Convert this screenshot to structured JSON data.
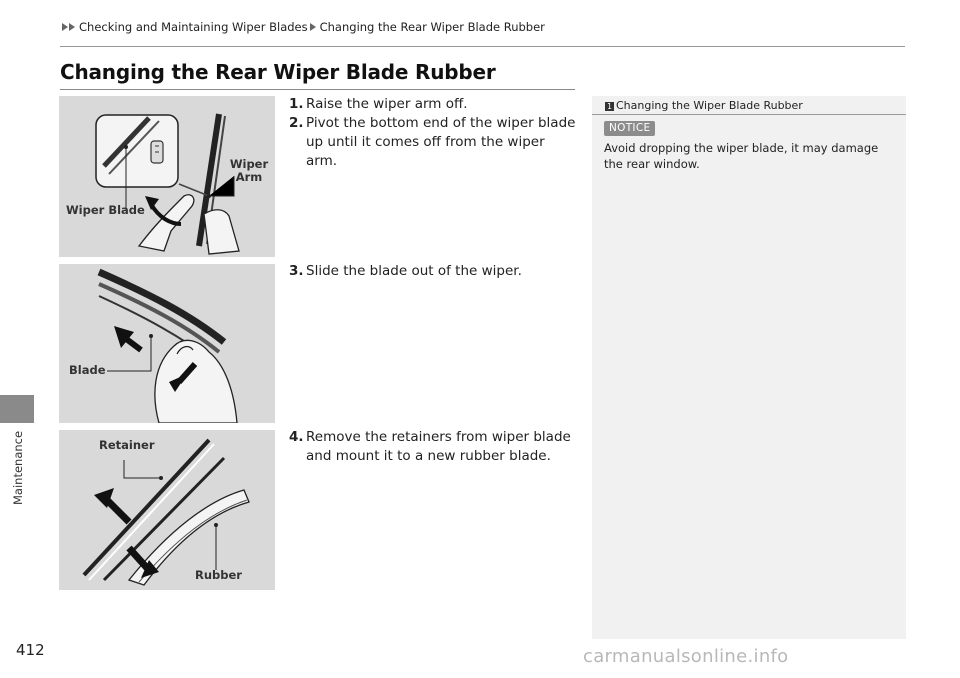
{
  "breadcrumb": {
    "items": [
      "Checking and Maintaining Wiper Blades",
      "Changing the Rear Wiper Blade Rubber"
    ]
  },
  "section_tab": "Maintenance",
  "page_number": "412",
  "title": "Changing the Rear Wiper Blade Rubber",
  "figures": {
    "fig1": {
      "label_blade": "Wiper Blade",
      "label_arm_1": "Wiper",
      "label_arm_2": "Arm"
    },
    "fig2": {
      "label_blade": "Blade"
    },
    "fig3": {
      "label_retainer": "Retainer",
      "label_rubber": "Rubber"
    }
  },
  "steps": [
    {
      "num": "1.",
      "text": "Raise the wiper arm off."
    },
    {
      "num": "2.",
      "text": "Pivot the bottom end of the wiper blade up until it comes off from the wiper arm."
    },
    {
      "num": "3.",
      "text": "Slide the blade out of the wiper."
    },
    {
      "num": "4.",
      "text": "Remove the retainers from wiper blade and mount it to a new rubber blade."
    }
  ],
  "note": {
    "flag": "1",
    "title": "Changing the Wiper Blade Rubber",
    "badge": "NOTICE",
    "text": "Avoid dropping the wiper blade, it may damage the rear window."
  },
  "watermark": "carmanualsonline.info",
  "colors": {
    "figure_bg": "#d9d9d9",
    "note_bg": "#f1f1f1",
    "tab_gray": "#8a8a8a"
  }
}
